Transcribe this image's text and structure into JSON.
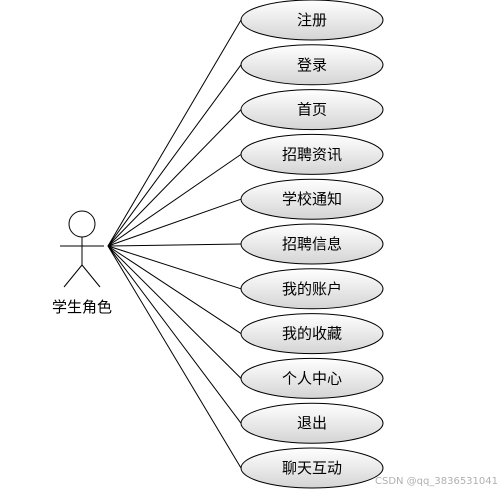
{
  "actor": {
    "label": "学生角色",
    "icon": "stick-figure-icon"
  },
  "use_cases": [
    {
      "label": "注册"
    },
    {
      "label": "登录"
    },
    {
      "label": "首页"
    },
    {
      "label": "招聘资讯"
    },
    {
      "label": "学校通知"
    },
    {
      "label": "招聘信息"
    },
    {
      "label": "我的账户"
    },
    {
      "label": "我的收藏"
    },
    {
      "label": "个人中心"
    },
    {
      "label": "退出"
    },
    {
      "label": "聊天互动"
    }
  ],
  "watermark": "CSDN @qq_3836531041",
  "colors": {
    "line": "#000000",
    "ellipse_fill_top": "#ffffff",
    "ellipse_fill_bottom": "#d9d9d9"
  }
}
